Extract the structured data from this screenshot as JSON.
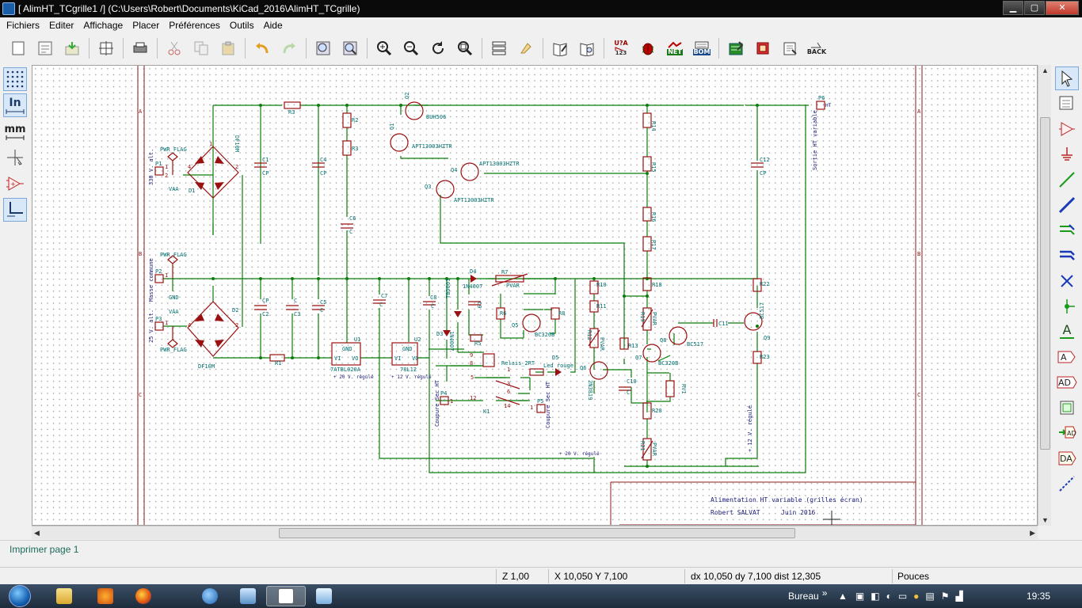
{
  "window": {
    "title": "[ AlimHT_TCgrille1 /] (C:\\Users\\Robert\\Documents\\KiCad_2016\\AlimHT_TCgrille)",
    "minimize": "▁",
    "maximize": "▢",
    "close": "✕"
  },
  "menu": [
    "Fichiers",
    "Editer",
    "Affichage",
    "Placer",
    "Préférences",
    "Outils",
    "Aide"
  ],
  "toolbar": {
    "icons": [
      "new-sheet-icon",
      "sheet-settings-icon",
      "save-icon",
      "page-settings-icon",
      "print-icon",
      "cut-icon",
      "copy-icon",
      "paste-icon",
      "undo-icon",
      "redo-icon",
      "find-icon",
      "find-replace-icon",
      "zoom-in-icon",
      "zoom-out-icon",
      "zoom-redraw-icon",
      "zoom-fit-icon",
      "hierarchy-icon",
      "leave-sheet-icon",
      "library-editor-icon",
      "library-browser-icon",
      "annotate-icon",
      "erc-icon",
      "netlist-icon",
      "bom-icon",
      "cvpcb-icon",
      "pcbnew-icon",
      "import-footprints-icon",
      "back-annotate-icon"
    ],
    "annotate_label": "U?A",
    "annotate_sub": "123",
    "net_label": "NET",
    "bom_label": "BOM",
    "back_label": "BACK"
  },
  "left_toolbar": {
    "grid_label": "grid",
    "inch_label": "In",
    "mm_label": "mm"
  },
  "right_toolbar": {
    "text_label": "A",
    "label_tag": "A",
    "global_label": "AD",
    "hier_label": "AD",
    "pin_label": "DA"
  },
  "schematic": {
    "refs": [
      "R3",
      "R2",
      "R3",
      "C6",
      "C1",
      "C4",
      "C12",
      "Q1",
      "Q2",
      "Q3",
      "Q4",
      "R14",
      "R15",
      "R16",
      "R17",
      "R18",
      "R19",
      "R20",
      "R21",
      "R22",
      "R23",
      "D1",
      "D2",
      "P1",
      "P2",
      "P3",
      "P4",
      "P5",
      "P6",
      "C2",
      "C3",
      "C5",
      "C7",
      "C8",
      "C9",
      "C10",
      "C11",
      "U1",
      "U2",
      "D3",
      "D4",
      "D5",
      "R1",
      "R5",
      "R6",
      "R7",
      "R8",
      "R10",
      "R11",
      "R12",
      "R13",
      "Q5",
      "Q6",
      "Q7",
      "Q8",
      "Q9",
      "RV1",
      "K1"
    ],
    "values": {
      "q2": "BUH506",
      "q1": "APT13003HZTR",
      "q4": "APT13003HZTR",
      "q3": "APT13003HZTR",
      "pwr_flag": "PWR_FLAG",
      "vaa": "VAA",
      "gnd": "GND",
      "df10m": "DF10M",
      "cp": "CP",
      "c": "C",
      "bc517": "BC517",
      "bc517b": "BC517",
      "bc320b": "BC320B",
      "bc320b2": "BC320B",
      "2n3819": "2N3819",
      "1n4007": "1N4007",
      "1n4007b": "1N4007",
      "tbd001": "TBD001",
      "relais": "Relais_2RT",
      "led": "Led rouge",
      "u1_val": "7ATBL020A",
      "u2_val": "78L12",
      "pvar": "PVAR",
      "vi": "VI",
      "vo": "VO",
      "gnd_pin": "GND"
    },
    "net_labels": {
      "p1": "330 V. alt.",
      "p2": "Masse commune",
      "p3": "25 V. alt.",
      "p4": "Coupure Sec HT",
      "p5": "Coupure Sec HT",
      "p6": "Sortie HT variable",
      "ht": "HT",
      "u1_out": "+ 20 V. régulé",
      "u2_out": "+ 12 V. régulé",
      "out20": "+ 20 V. régulé",
      "out12": "+ 12 V. régulé"
    },
    "pin_numbers": [
      "1",
      "2",
      "3",
      "4",
      "5",
      "6",
      "8",
      "9",
      "12",
      "14"
    ],
    "title_block": {
      "title": "Alimentation HT variable (grilles écran)",
      "author": "Robert SALVAT",
      "date": "Juin 2016"
    },
    "border_marks": [
      "A",
      "B",
      "C"
    ]
  },
  "message": "Imprimer page 1",
  "status": {
    "zoom": "Z 1,00",
    "xy": "X 10,050  Y 7,100",
    "delta": "dx 10,050  dy 7,100  dist 12,305",
    "units": "Pouces"
  },
  "taskbar": {
    "desktop": "Bureau",
    "chevrons": "»",
    "clock": "19:35"
  },
  "colors": {
    "wire": "#0a7d0a",
    "component": "#9b1010",
    "label": "#006e6e",
    "border": "#8b1a1a"
  }
}
